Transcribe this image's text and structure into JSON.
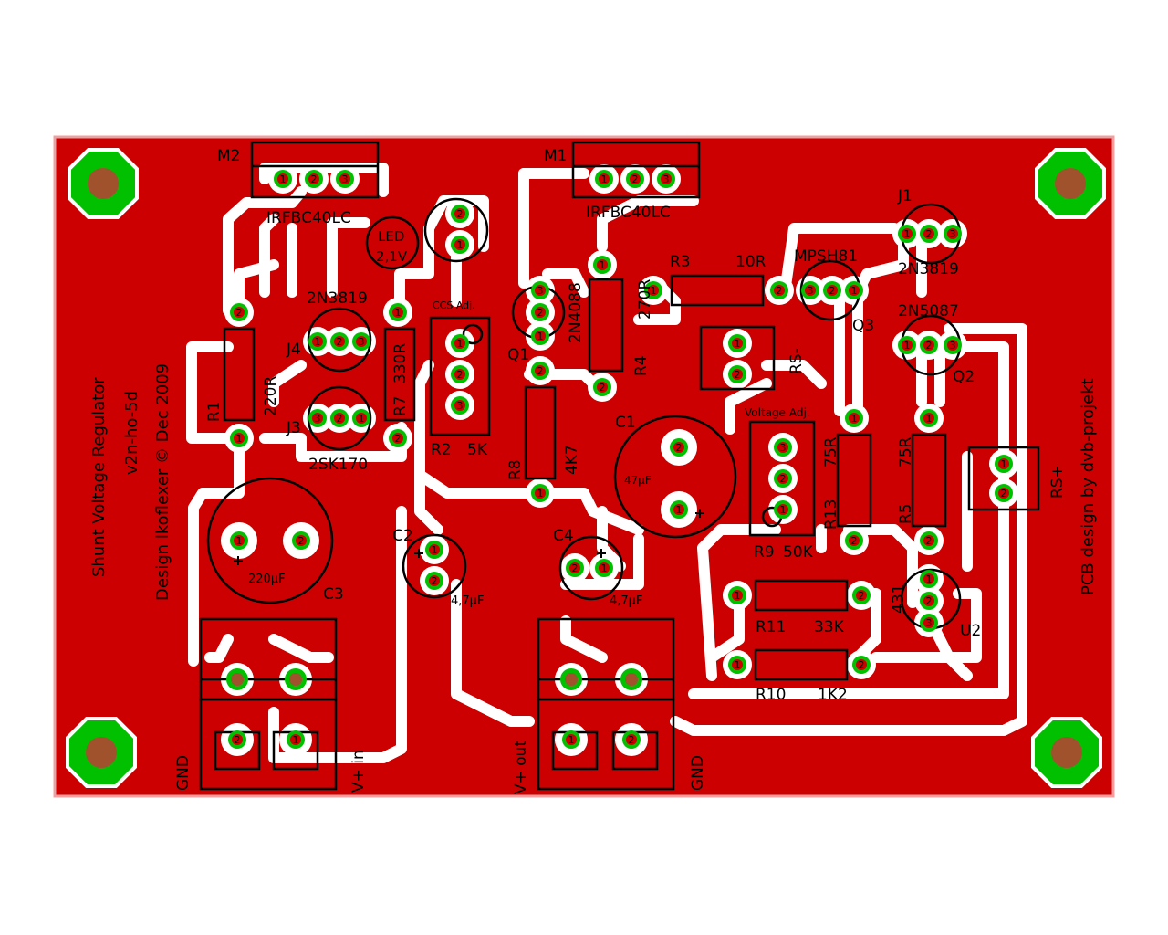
{
  "colors": {
    "board": "#cc0000",
    "board_edge": "#f0a0a0",
    "trace": "#ffffff",
    "pad": "#00c000",
    "pad_hole": "#cc0000",
    "pad_text": "#000000",
    "mount_hole": "#a0522d",
    "silk": "#000000"
  },
  "board": {
    "title_text": "Shunt Voltage Regulator",
    "version_text": "v2n-ho-5d",
    "design_text": "Design lkoflexer © Dec 2009",
    "credit_text": "PCB design by dvb-projekt"
  },
  "labels": {
    "m2": "M2",
    "m1": "M1",
    "m2_part": "IRFBC40LC",
    "m1_part": "IRFBC40LC",
    "led": "LED",
    "led_v": "2,1V",
    "ccs_adj": "CCS Adj.",
    "q1": "Q1",
    "q1_part": "2N4088",
    "r4_val": "270R",
    "r4": "R4",
    "r3": "R3",
    "r3_val": "10R",
    "j1": "J1",
    "j1_part": "2N3819",
    "q3_part": "MPSH81",
    "q3": "Q3",
    "q2_part": "2N5087",
    "q2": "Q2",
    "j4_part": "2N3819",
    "j4": "J4",
    "r7_val": "330R",
    "r7": "R7",
    "j3": "J3",
    "j3_part": "2SK170",
    "r1": "R1",
    "r1_val": "220R",
    "r2": "R2",
    "r2_val": "5K",
    "c1": "C1",
    "c1_val": "47µF",
    "r8": "R8",
    "r8_val": "4K7",
    "rs_minus": "RS-",
    "rs_plus": "RS+",
    "voltage_adj": "Voltage Adj.",
    "r9": "R9",
    "r9_val": "50K",
    "r13": "R13",
    "r13_val": "75R",
    "r5": "R5",
    "r5_val": "75R",
    "u2": "U2",
    "u2_part": "431",
    "r11": "R11",
    "r11_val": "33K",
    "r10": "R10",
    "r10_val": "1K2",
    "c2": "C2",
    "c2_val": "4,7µF",
    "c4": "C4",
    "c4_val": "4,7µF",
    "c3": "C3",
    "c3_val": "220µF",
    "gnd_left": "GND",
    "vin": "V+ in",
    "vout": "V+ out",
    "gnd_right": "GND"
  }
}
